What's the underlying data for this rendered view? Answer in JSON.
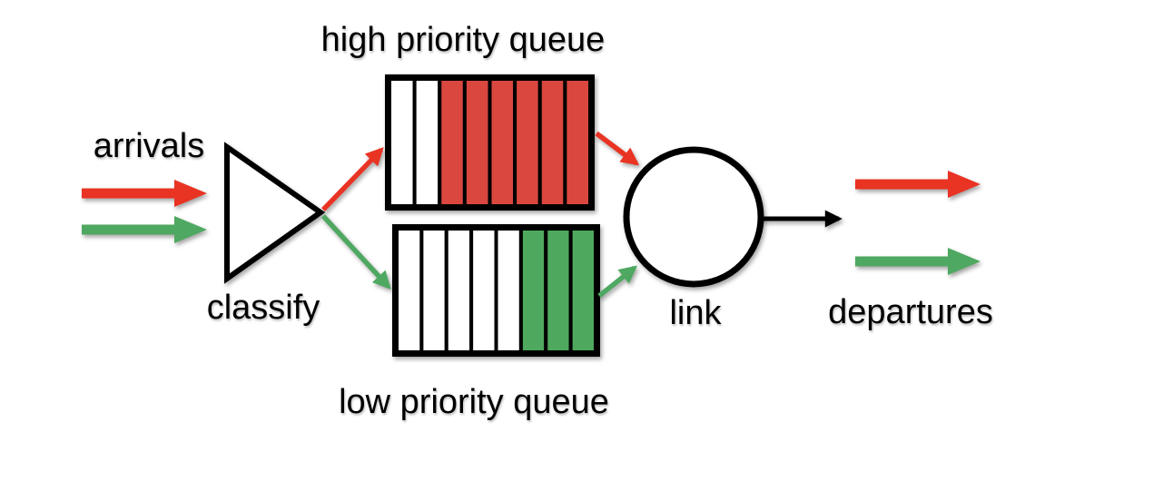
{
  "diagram": {
    "type": "priority-queueing",
    "labels": {
      "arrivals": "arrivals",
      "classify": "classify",
      "link": "link",
      "departures": "departures"
    },
    "colors": {
      "flow_red": "#e93323",
      "flow_green": "#4fa861",
      "slot_red": "#d9473f",
      "slot_green": "#4ea95f",
      "empty_slot": "#ffffff",
      "outline": "#000000",
      "node_fill": "#ffffff",
      "background": "#ffffff"
    },
    "queues": [
      {
        "name": "high priority queue",
        "total_slots": 8,
        "occupied_slots": 6,
        "occupied_color": "#d9473f",
        "empty_color": "#ffffff",
        "fill_direction": "from-right"
      },
      {
        "name": "low priority queue",
        "total_slots": 8,
        "occupied_slots": 3,
        "occupied_color": "#4ea95f",
        "empty_color": "#ffffff",
        "fill_direction": "from-right"
      }
    ]
  }
}
